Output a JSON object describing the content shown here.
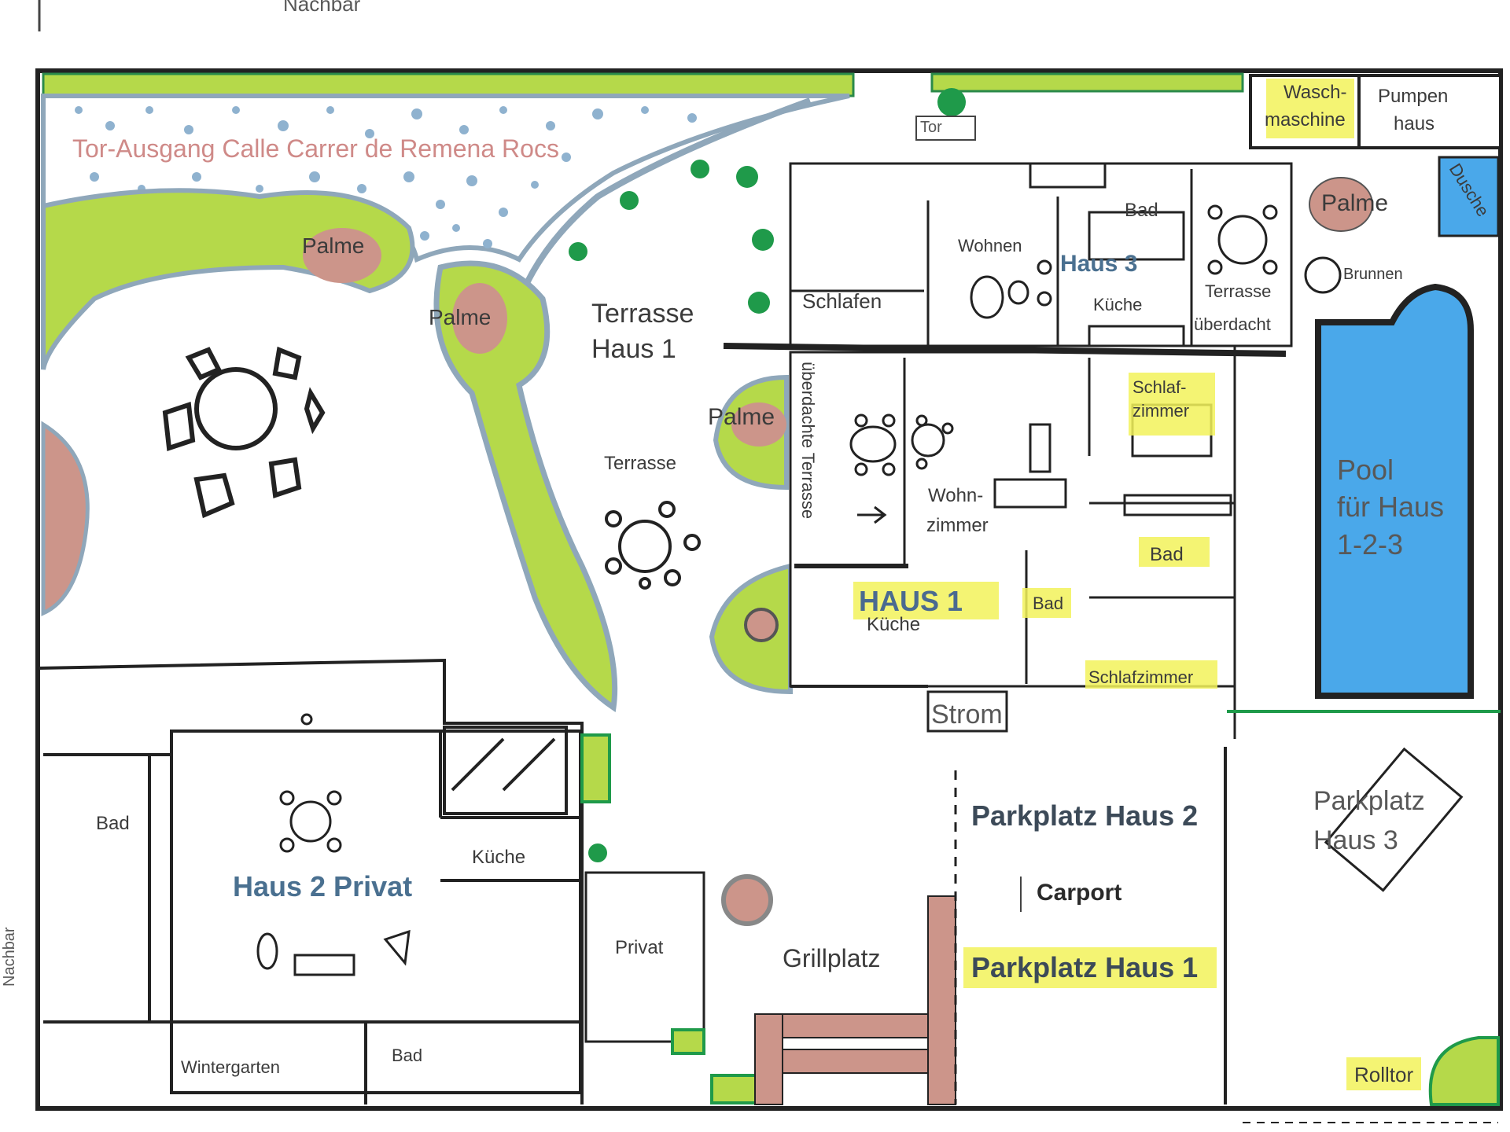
{
  "plan": {
    "neighbor_top": "Nachbar",
    "neighbor_left": "Nachbar",
    "gate_exit": "Tor-Ausgang Calle Carrer de Remena Rocs",
    "palm_1": "Palme",
    "palm_2": "Palme",
    "palm_3": "Palme",
    "palm_4": "Palme",
    "terrace_house1_line1": "Terrasse",
    "terrace_house1_line2": "Haus 1",
    "terrace": "Terrasse",
    "gate": "Tor",
    "washing_line1": "Wasch-",
    "washing_line2": "maschine",
    "pump_line1": "Pumpen",
    "pump_line2": "haus",
    "shower": "Dusche",
    "well": "Brunnen",
    "pool_line1": "Pool",
    "pool_line2": "für Haus",
    "pool_line3": "1-2-3",
    "house3": {
      "title": "Haus 3",
      "bath": "Bad",
      "living": "Wohnen",
      "sleeping": "Schlafen",
      "kitchen": "Küche",
      "terrace_line1": "Terrasse",
      "terrace_line2": "überdacht"
    },
    "house1": {
      "title": "HAUS 1",
      "covered_terrace": "überdachte Terrasse",
      "living_line1": "Wohn-",
      "living_line2": "zimmer",
      "bedroom_top_line1": "Schlaf-",
      "bedroom_top_line2": "zimmer",
      "bath_1": "Bad",
      "bath_2": "Bad",
      "kitchen": "Küche",
      "bedroom_bottom": "Schlafzimmer"
    },
    "power": "Strom",
    "house2": {
      "title": "Haus 2 Privat",
      "bath": "Bad",
      "kitchen": "Küche",
      "winter_garden": "Wintergarten",
      "bath_small": "Bad"
    },
    "private": "Privat",
    "grill": "Grillplatz",
    "parking_house2": "Parkplatz Haus 2",
    "carport": "Carport",
    "parking_house1": "Parkplatz Haus 1",
    "parking_house3_line1": "Parkplatz",
    "parking_house3_line2": "Haus 3",
    "roller_gate": "Rolltor"
  },
  "colors": {
    "garden_green": "#b5d94a",
    "path_blue": "#8fa7ba",
    "palm_pink": "#cc958a",
    "pool_blue": "#4aa8ea",
    "tree_green": "#1f9a4a",
    "highlight": "#f2f25a",
    "wall": "#222222"
  }
}
